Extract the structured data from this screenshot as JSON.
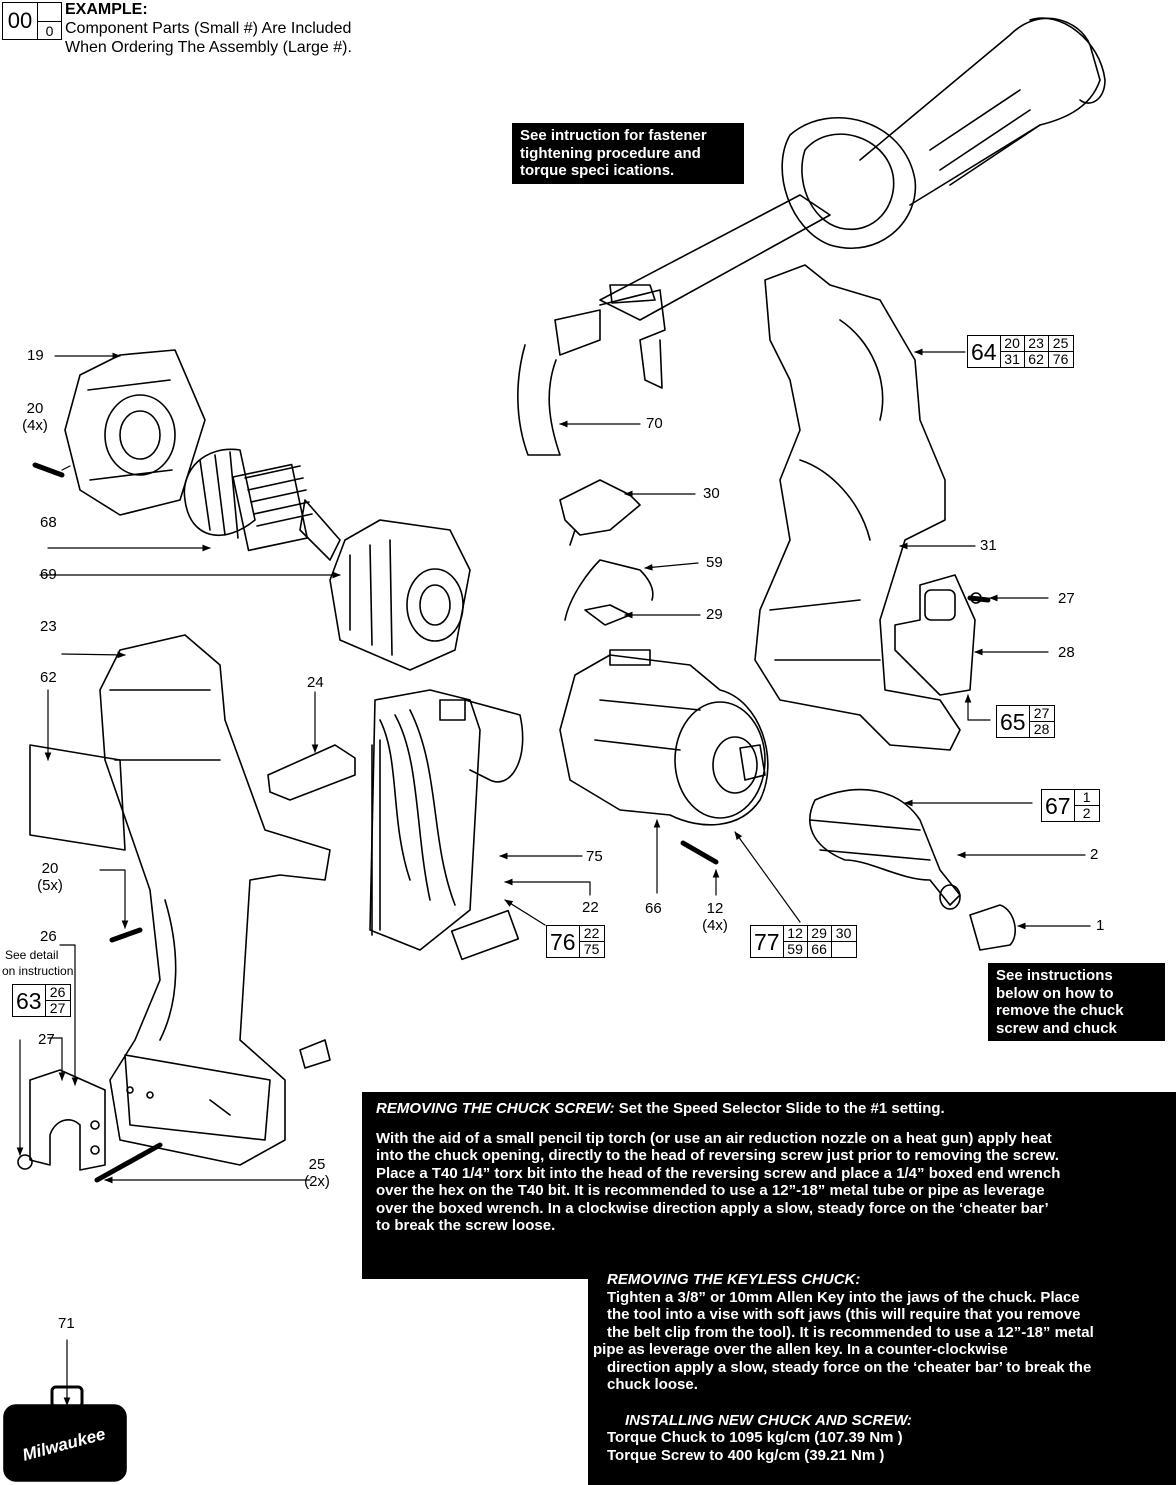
{
  "example": {
    "box_large": "00",
    "box_small_top": "",
    "box_small": "0",
    "heading": "EXAMPLE:",
    "line1": "Component Parts (Small #) Are Included",
    "line2": "When Ordering The Assembly (Large #)."
  },
  "part_labels": {
    "p19": "19",
    "p20a": "20",
    "p20a_qty": "(4x)",
    "p68": "68",
    "p69": "69",
    "p23": "23",
    "p62": "62",
    "p24": "24",
    "p20b": "20",
    "p20b_qty": "(5x)",
    "p26": "26",
    "p27a": "27",
    "p25": "25",
    "p25_qty": "(2x)",
    "p71": "71",
    "p70": "70",
    "p30": "30",
    "p59": "59",
    "p29": "29",
    "p31": "31",
    "p27b": "27",
    "p28": "28",
    "p75": "75",
    "p22": "22",
    "p66": "66",
    "p12": "12",
    "p12_qty": "(4x)",
    "p2": "2",
    "p1": "1",
    "see_detail_1": "See detail",
    "see_detail_2": "on instruction"
  },
  "assemblies": {
    "a64": {
      "main": "64",
      "parts": [
        "20",
        "23",
        "25",
        "31",
        "62",
        "76"
      ]
    },
    "a65": {
      "main": "65",
      "parts": [
        "27",
        "28"
      ]
    },
    "a67": {
      "main": "67",
      "parts": [
        "1",
        "2"
      ]
    },
    "a76": {
      "main": "76",
      "parts": [
        "22",
        "75"
      ]
    },
    "a77": {
      "main": "77",
      "parts": [
        "12",
        "29",
        "30",
        "59",
        "66",
        ""
      ]
    },
    "a63": {
      "main": "63",
      "parts": [
        "26",
        "27"
      ]
    }
  },
  "notes": {
    "fastener": [
      "See intruction for fastener",
      "tightening procedure and",
      "torque speci ications."
    ],
    "chuck_instr": [
      "See instructions",
      "below on how to",
      "remove the chuck",
      "screw and chuck"
    ],
    "removing_screw_title": "REMOVING THE CHUCK SCREW:",
    "removing_screw_title_rest": " Set the Speed Selector Slide to the #1 setting.",
    "removing_screw_body": [
      "With the aid of a small pencil tip torch (or use an air reduction nozzle on a heat gun) apply heat",
      "into the chuck opening, directly to the head of reversing screw just prior to removing the screw.",
      "Place a T40 1/4” torx bit into the head of the reversing screw and place a 1/4” boxed end wrench",
      "over the hex on the T40 bit. It is recommended to use a 12”-18” metal tube or pipe as leverage",
      "over the boxed wrench. In a clockwise direction apply a slow, steady force on the ‘cheater bar’",
      "to break the screw loose."
    ],
    "removing_chuck_title": "REMOVING THE KEYLESS CHUCK:",
    "removing_chuck_body": [
      "Tighten a 3/8” or 10mm Allen Key into the jaws of the chuck. Place",
      "the tool into a vise with soft jaws (this will require that you remove",
      "the belt clip from the tool). It is recommended to use a 12”-18” metal",
      "pipe as leverage over the allen key. In a counter-clockwise",
      "direction apply a slow, steady force on the ‘cheater bar’ to break the",
      "chuck loose."
    ],
    "installing_title": "INSTALLING NEW CHUCK AND SCREW:",
    "installing_body": [
      "Torque Chuck to 1095 kg/cm (107.39 Nm )",
      "Torque Screw to 400 kg/cm (39.21 Nm )"
    ]
  },
  "logo_text": "Milwaukee"
}
